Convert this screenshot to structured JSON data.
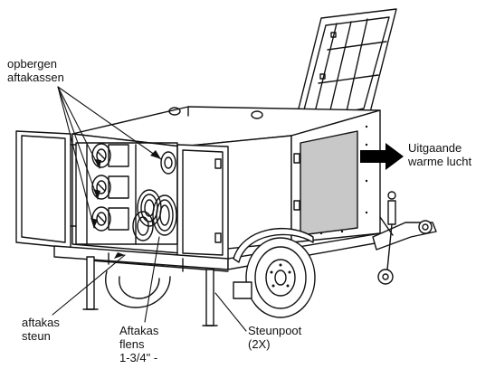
{
  "labels": {
    "opbergen_aftakassen": [
      "opbergen",
      "aftakassen"
    ],
    "uitgaande_warme_lucht": [
      "Uitgaande",
      "warme lucht"
    ],
    "aftakas_steun": [
      "aftakas",
      "steun"
    ],
    "aftakas_flens": [
      "Aftakas",
      "flens",
      "1-3/4\" -"
    ],
    "steunpoot": [
      "Steunpoot",
      "(2X)"
    ]
  },
  "colors": {
    "line": "#111111",
    "panel_fill": "#c8c8c8",
    "arrow_fill": "#000000"
  },
  "icons": {
    "arrow": "right-arrow-icon"
  }
}
